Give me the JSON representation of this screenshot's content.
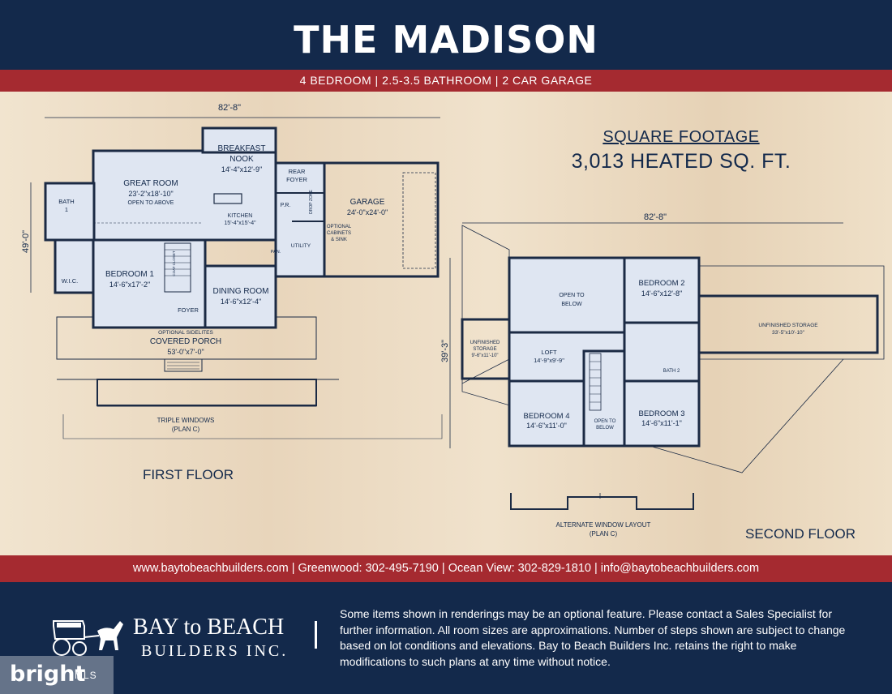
{
  "header": {
    "title": "THE MADISON",
    "subtitle": "4 BEDROOM | 2.5-3.5 BATHROOM | 2 CAR GARAGE"
  },
  "square_footage": {
    "heading": "SQUARE FOOTAGE",
    "value": "3,013 HEATED SQ. FT."
  },
  "first_floor": {
    "label": "FIRST FLOOR",
    "width_dim": "82'-8\"",
    "depth_dim": "49'-0\"",
    "rooms": {
      "great_room": {
        "name": "GREAT ROOM",
        "size": "23'-2\"x18'-10\"",
        "note": "OPEN TO ABOVE"
      },
      "breakfast": {
        "name1": "BREAKFAST",
        "name2": "NOOK",
        "size": "14'-4\"x12'-9\""
      },
      "kitchen": {
        "name": "KITCHEN",
        "size": "15'-4\"x15'-4\""
      },
      "rear_foyer": {
        "name1": "REAR",
        "name2": "FOYER"
      },
      "garage": {
        "name": "GARAGE",
        "size": "24'-0\"x24'-0\""
      },
      "bath1": {
        "name1": "BATH",
        "name2": "1"
      },
      "pr": "P.R.",
      "drop_zone": "DROP ZONE",
      "optional_cabinets": [
        "OPTIONAL",
        "CABINETS",
        "& SINK"
      ],
      "utility": "UTILITY",
      "pan": "PAN.",
      "wic": "W.I.C.",
      "bedroom1": {
        "name": "BEDROOM 1",
        "size": "14'-6\"x17'-2\""
      },
      "dining": {
        "name": "DINING ROOM",
        "size": "14'-6\"x12'-4\""
      },
      "foyer": "FOYER",
      "coat_closet": "COAT CLOSET",
      "sidelites": "OPTIONAL SIDELITES",
      "porch": {
        "name": "COVERED PORCH",
        "size": "53'-0\"x7'-0\""
      }
    },
    "alt_label": [
      "TRIPLE WINDOWS",
      "(PLAN C)"
    ]
  },
  "second_floor": {
    "label": "SECOND FLOOR",
    "width_dim": "82'-8\"",
    "depth_dim": "39'-3\"",
    "rooms": {
      "open_above": [
        "OPEN TO",
        "BELOW"
      ],
      "bedroom2": {
        "name": "BEDROOM 2",
        "size": "14'-6\"x12'-8\""
      },
      "unfinished_right": {
        "name": "UNFINISHED STORAGE",
        "size": "33'-5\"x10'-10\""
      },
      "unfinished_left": {
        "name1": "UNFINISHED",
        "name2": "STORAGE",
        "size": "9'-6\"x11'-10\""
      },
      "loft": {
        "name": "LOFT",
        "size": "14'-9\"x9'-9\""
      },
      "bath2": "BATH 2",
      "bedroom4": {
        "name": "BEDROOM 4",
        "size": "14'-6\"x11'-0\""
      },
      "open_below_small": [
        "OPEN TO",
        "BELOW"
      ],
      "bedroom3": {
        "name": "BEDROOM 3",
        "size": "14'-6\"x11'-1\""
      }
    },
    "alt_label": [
      "ALTERNATE WINDOW LAYOUT",
      "(PLAN C)"
    ]
  },
  "contact": "www.baytobeachbuilders.com | Greenwood: 302-495-7190 | Ocean View: 302-829-1810 | info@baytobeachbuilders.com",
  "footer": {
    "logo_line1": "BAY to BEACH",
    "logo_line2": "BUILDERS INC.",
    "disclaimer": "Some items shown in renderings may be an optional feature. Please contact a Sales Specialist for further information. All room sizes are approximations. Number of steps shown are subject to change based on lot conditions and elevations. Bay to Beach Builders Inc. retains the right to make modifications to such plans at any time without notice."
  },
  "watermark": {
    "brand": "bright",
    "suffix": "MLS"
  },
  "colors": {
    "navy": "#13294b",
    "red": "#a52a30",
    "room_fill": "#dfe6f2",
    "wall": "#1b2a44"
  }
}
